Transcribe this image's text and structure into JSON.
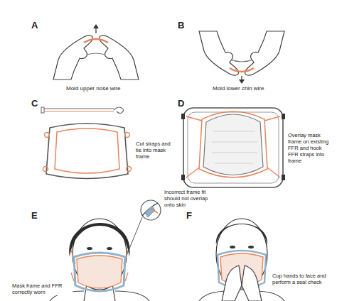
{
  "diagram": {
    "labels": [
      "A",
      "Mold upper nose wire",
      "B",
      "Mold lower chin wire",
      "C",
      "Cut straps and tie into mask frame",
      "D",
      "Overlay mask frame on existing FFR and hook FFR straps into frame",
      "E",
      "Incorrect frame fit should not overlap onto skin",
      "Mask frame and FFR correctly worn",
      "F",
      "Cup hands to face and perform a seal check"
    ]
  }
}
